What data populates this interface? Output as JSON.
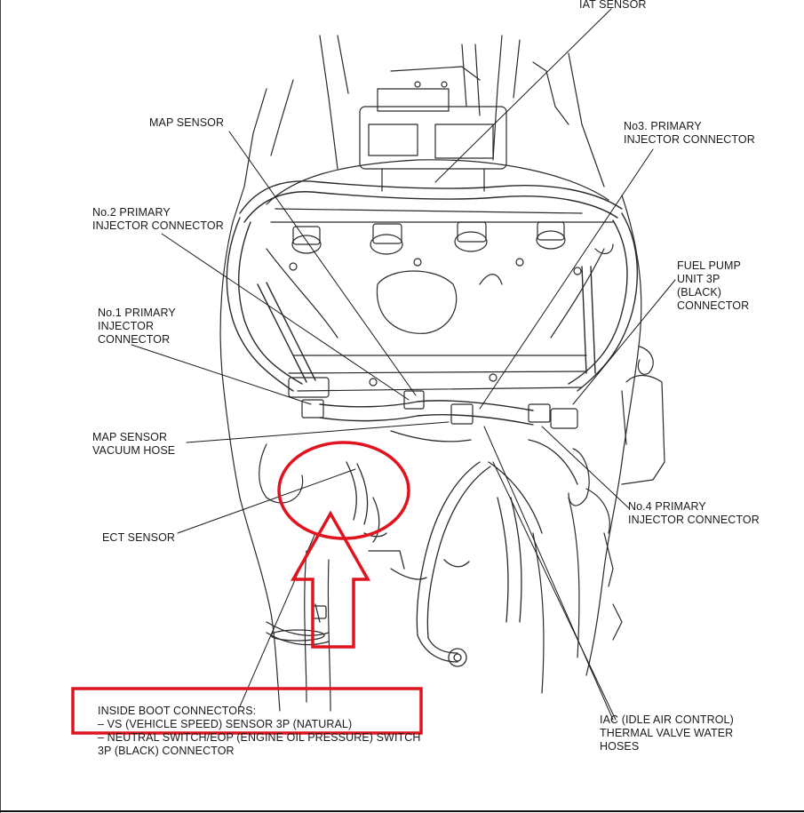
{
  "colors": {
    "ink": "#2a2a2a",
    "highlight": "#e0141e",
    "paper": "#ffffff"
  },
  "labels": {
    "iat_sensor": [
      "IAT SENSOR"
    ],
    "map_sensor": [
      "MAP SENSOR"
    ],
    "no3_injector": [
      "No3. PRIMARY",
      "INJECTOR CONNECTOR"
    ],
    "no2_injector": [
      "No.2 PRIMARY",
      "INJECTOR CONNECTOR"
    ],
    "fuel_pump": [
      "FUEL PUMP",
      "UNIT 3P",
      "(BLACK)",
      "CONNECTOR"
    ],
    "no1_injector": [
      "No.1 PRIMARY",
      "INJECTOR",
      "CONNECTOR"
    ],
    "map_vacuum_hose": [
      "MAP SENSOR",
      "VACUUM HOSE"
    ],
    "no4_injector": [
      "No.4 PRIMARY",
      "INJECTOR CONNECTOR"
    ],
    "ect_sensor": [
      "ECT SENSOR"
    ],
    "inside_boot": [
      "INSIDE BOOT CONNECTORS:",
      "– VS (VEHICLE SPEED)  SENSOR 3P (NATURAL)",
      "– NEUTRAL SWITCH/EOP (ENGINE OIL PRESSURE) SWITCH",
      "3P (BLACK) CONNECTOR"
    ],
    "iac": [
      "IAC (IDLE AIR CONTROL)",
      "THERMAL VALVE WATER",
      "HOSES"
    ]
  },
  "annotations": {
    "circle": "ect-sensor-highlight-circle",
    "arrow": "upward-pointer-arrow",
    "box": "inside-boot-highlight-box"
  }
}
